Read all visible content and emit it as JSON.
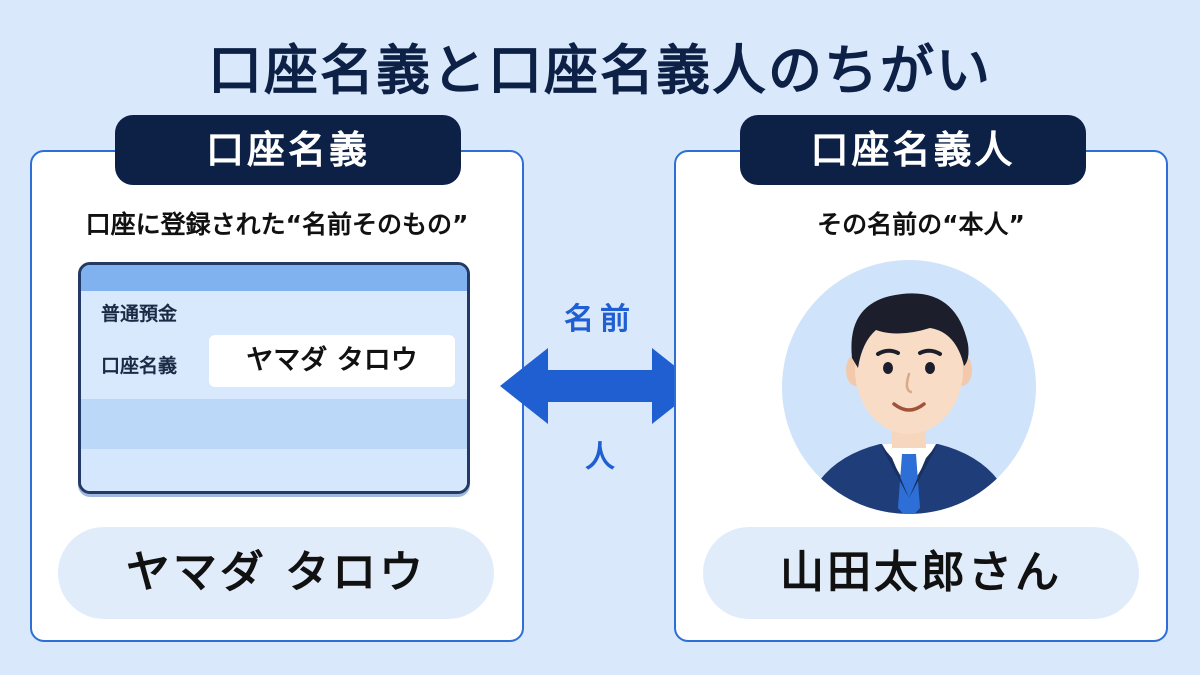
{
  "title": "口座名義と口座名義人のちがい",
  "left": {
    "label": "口座名義",
    "subtitle": "口座に登録された“名前そのもの”",
    "passbook": {
      "account_type": "普通預金",
      "name_label": "口座名義",
      "name_value": "ヤマダ タロウ"
    },
    "name_display": "ヤマダ タロウ"
  },
  "middle": {
    "top_label": "名前",
    "bottom_label": "人"
  },
  "right": {
    "label": "口座名義人",
    "subtitle": "その名前の“本人”",
    "name_display": "山田太郎さん"
  },
  "colors": {
    "background": "#d9e8fb",
    "navy": "#0d2147",
    "accent_blue": "#1f5fd1",
    "panel_border": "#2d6fd6"
  }
}
